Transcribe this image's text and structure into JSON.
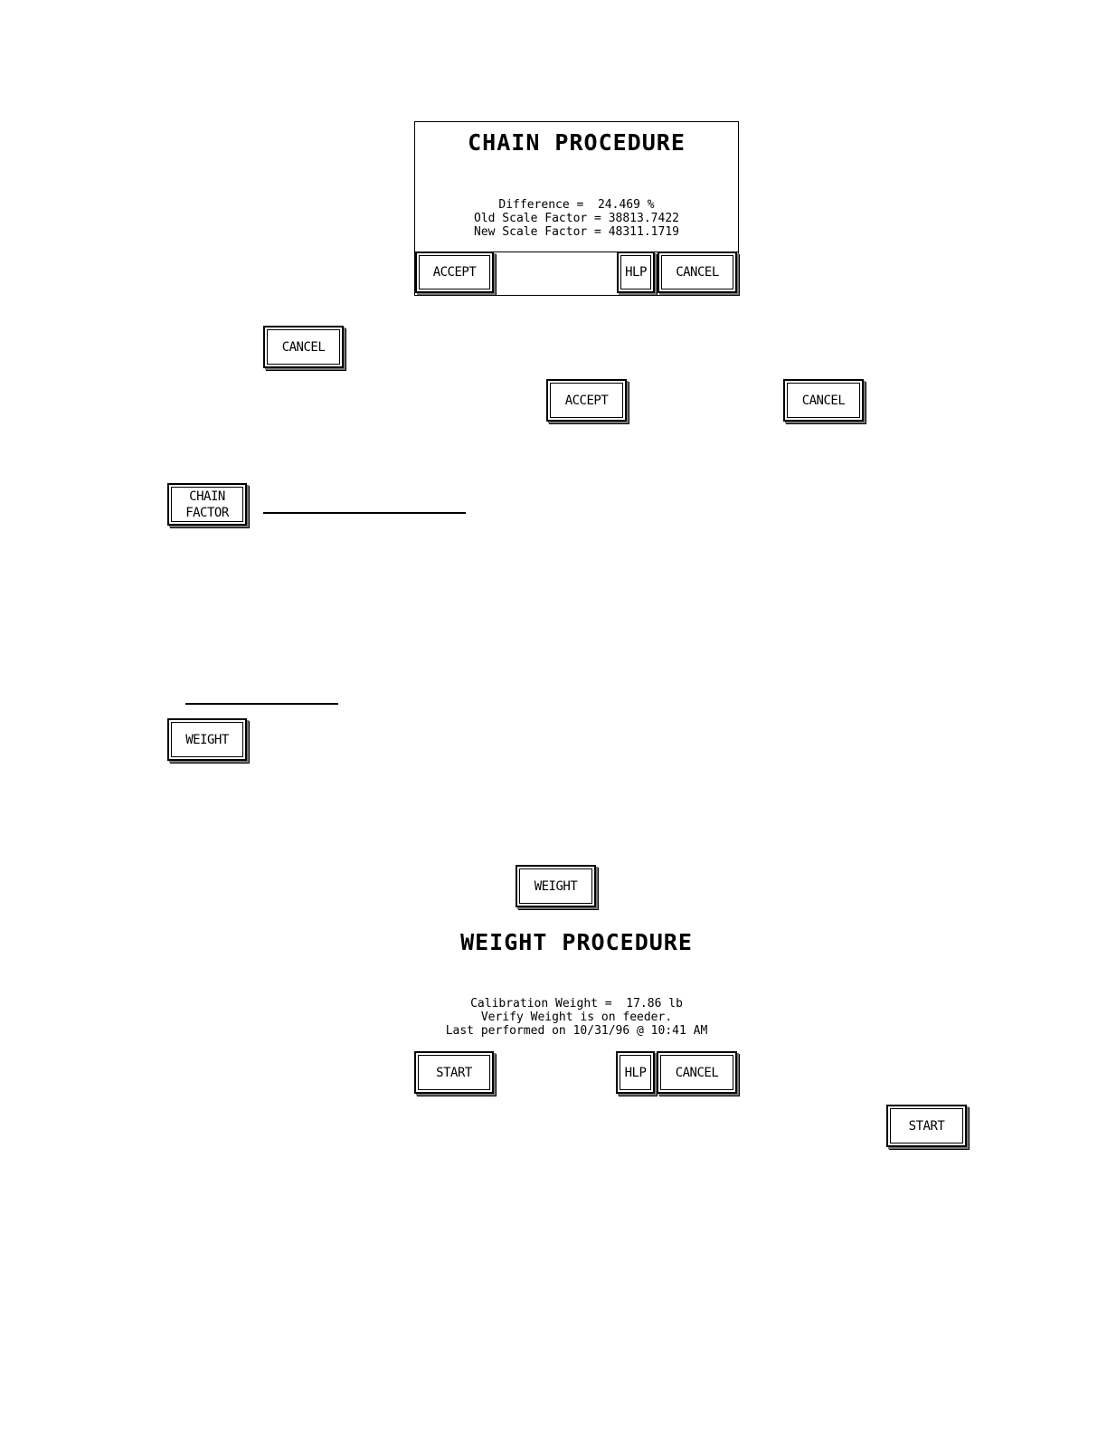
{
  "chain_screen": {
    "title": "CHAIN PROCEDURE",
    "lines": [
      "Difference =  24.469 %",
      "Old Scale Factor = 38813.7422",
      "New Scale Factor = 48311.1719"
    ],
    "buttons": {
      "accept": "ACCEPT",
      "help": "HLP",
      "cancel": "CANCEL"
    }
  },
  "inline_buttons": {
    "cancel_1": "CANCEL",
    "accept": "ACCEPT",
    "cancel_2": "CANCEL",
    "chain_factor": "CHAIN\nFACTOR",
    "weight_1": "WEIGHT",
    "weight_2": "WEIGHT",
    "start": "START"
  },
  "weight_screen": {
    "title": "WEIGHT PROCEDURE",
    "lines": [
      "Calibration Weight =  17.86 lb",
      "Verify Weight is on feeder.",
      "Last performed on 10/31/96 @ 10:41 AM"
    ],
    "buttons": {
      "start": "START",
      "help": "HLP",
      "cancel": "CANCEL"
    }
  }
}
